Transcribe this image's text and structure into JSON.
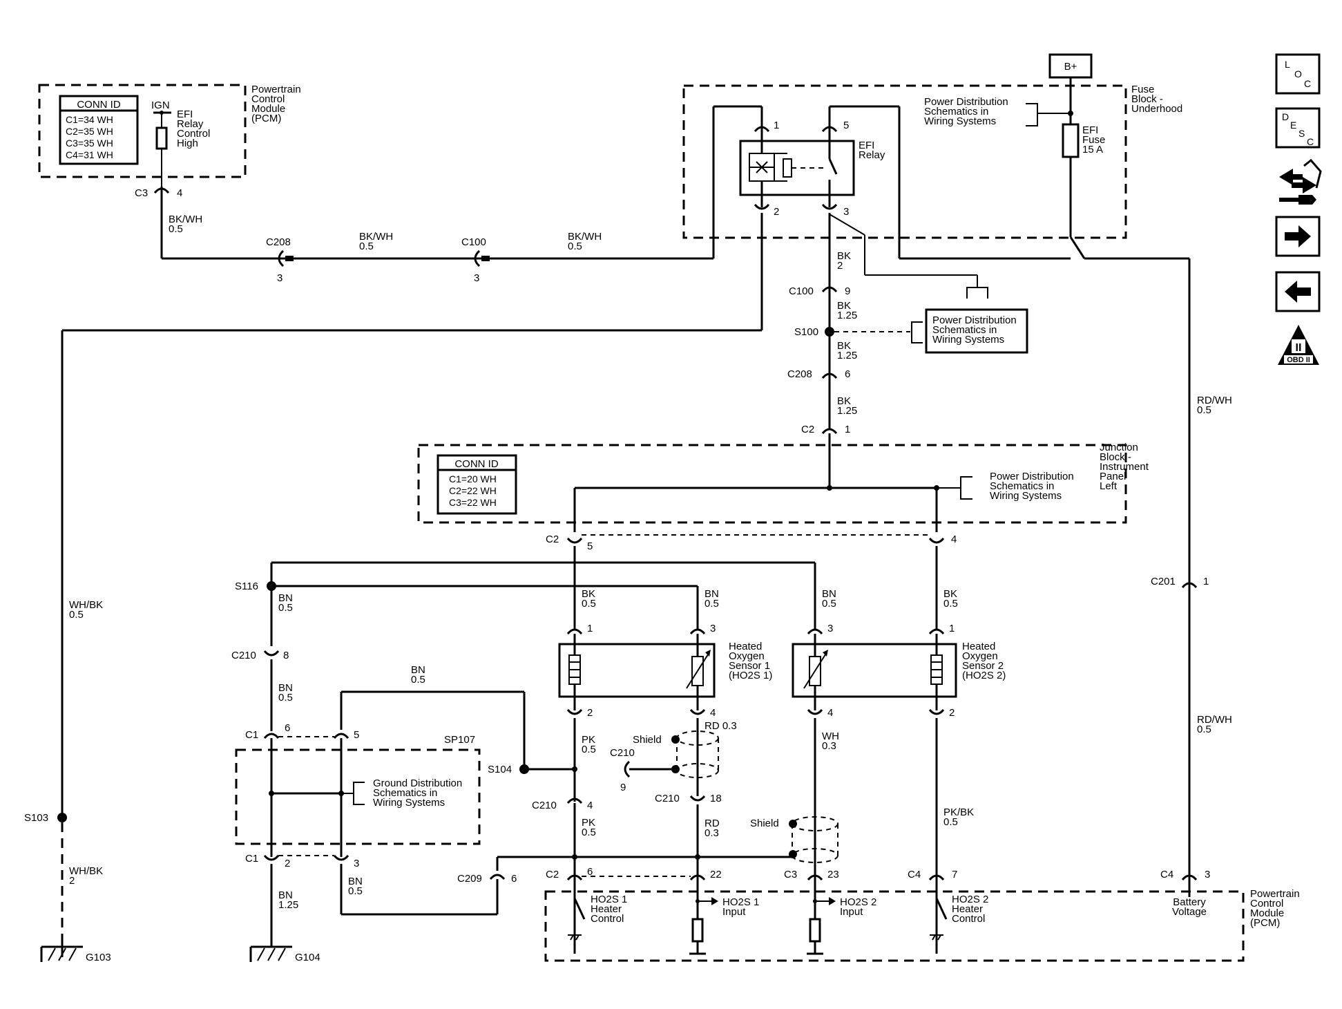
{
  "pcm_top": {
    "name": "Powertrain\nControl\nModule\n(PCM)",
    "conn_title": "CONN ID",
    "conn_rows": [
      "C1=34 WH",
      "C2=35 WH",
      "C3=35 WH",
      "C4=31 WH"
    ],
    "ign": "IGN",
    "signal": "EFI\nRelay\nControl\nHigh",
    "conn": "C3",
    "pin": "4"
  },
  "fuse_block": {
    "name": "Fuse\nBlock -\nUnderhood",
    "bplus": "B+",
    "relay_name": "EFI\nRelay",
    "pins": [
      "1",
      "5",
      "2",
      "3"
    ],
    "fuse": "EFI\nFuse\n15 A",
    "ref": "Power Distribution\nSchematics in\nWiring  Systems"
  },
  "wires": {
    "bkwh_a": "BK/WH\n0.5",
    "bkwh_b": "BK/WH\n0.5",
    "bkwh_c": "BK/WH\n0.5",
    "bk2": "BK\n2",
    "bk125_a": "BK\n1.25",
    "bk125_b": "BK\n1.25",
    "bk125_c": "BK\n1.25",
    "whbk05": "WH/BK\n0.5",
    "whbk2": "WH/BK\n2",
    "rdwh_a": "RD/WH\n0.5",
    "rdwh_b": "RD/WH\n0.5",
    "bn05_a": "BN\n0.5",
    "bk05_a": "BK\n0.5",
    "bn05_b": "BN\n0.5",
    "bn05_c": "BN\n0.5",
    "bk05_b": "BK\n0.5",
    "bn05_d": "BN\n0.5",
    "bn05_e": "BN\n0.5",
    "bn05_f": "BN\n0.5",
    "bn125": "BN\n1.25",
    "pk05_a": "PK\n0.5",
    "pk05_b": "PK\n0.5",
    "rd03_a": "RD 0.3",
    "rd03_b": "RD\n0.3",
    "wh03": "WH\n0.3",
    "pkbk": "PK/BK\n0.5"
  },
  "connectors": {
    "c208_a": "C208",
    "c208_a_pin": "3",
    "c100_a": "C100",
    "c100_a_pin": "3",
    "c100_b": "C100",
    "c100_b_pin": "9",
    "s100": "S100",
    "c208_b": "C208",
    "c208_b_pin": "6",
    "c2_a": "C2",
    "c2_a_pin": "1",
    "c2_b": "C2",
    "c2_b_pin5": "5",
    "c2_b_pin4": "4",
    "c201": "C201",
    "c201_pin": "1",
    "s116": "S116",
    "c210_a": "C210",
    "c210_a_pin": "8",
    "c1_a": "C1",
    "c1_a_pin6": "6",
    "c1_a_pin5": "5",
    "sp107": "SP107",
    "s104": "S104",
    "c210_b": "C210",
    "c210_b_pin": "9",
    "c210_c": "C210",
    "c210_c_pin": "4",
    "c210_d": "C210",
    "c210_d_pin": "18",
    "shield_a": "Shield",
    "shield_b": "Shield",
    "c1_b": "C1",
    "c1_b_pin2": "2",
    "c1_b_pin3": "3",
    "c209": "C209",
    "c209_pin": "6",
    "c2_c": "C2",
    "c2_c_pin6": "6",
    "c2_c_pin22": "22",
    "c3": "C3",
    "c3_pin": "23",
    "c4_a": "C4",
    "c4_a_pin": "7",
    "c4_b": "C4",
    "c4_b_pin": "3",
    "s103": "S103",
    "g103": "G103",
    "g104": "G104"
  },
  "pd_ref_mid": "Power Distribution\nSchematics in\nWiring  Systems",
  "junction_block": {
    "name": "Junction\nBlock -\nInstrument\nPanel\nLeft",
    "conn_title": "CONN ID",
    "conn_rows": [
      "C1=20 WH",
      "C2=22 WH",
      "C3=22 WH"
    ],
    "ref": "Power Distribution\nSchematics in\nWiring  Systems"
  },
  "ho2s1": {
    "name": "Heated\nOxygen\nSensor 1\n(HO2S 1)",
    "pins": [
      "1",
      "3",
      "2",
      "4"
    ]
  },
  "ho2s2": {
    "name": "Heated\nOxygen\nSensor 2\n(HO2S 2)",
    "pins": [
      "3",
      "1",
      "4",
      "2"
    ]
  },
  "ground_ref": "Ground Distribution\nSchematics in\nWiring  Systems",
  "pcm_bottom": {
    "name": "Powertrain\nControl\nModule\n(PCM)",
    "sig1": "HO2S 1\nHeater\nControl",
    "sig2": "HO2S 1\nInput",
    "sig3": "HO2S 2\nInput",
    "sig4": "HO2S 2\nHeater\nControl",
    "sig5": "Battery\nVoltage"
  },
  "nav": {
    "loc": [
      "L",
      "O",
      "C"
    ],
    "desc": [
      "D",
      "E",
      "S",
      "C"
    ],
    "obd": "OBD II",
    "obd_roman": "II"
  }
}
